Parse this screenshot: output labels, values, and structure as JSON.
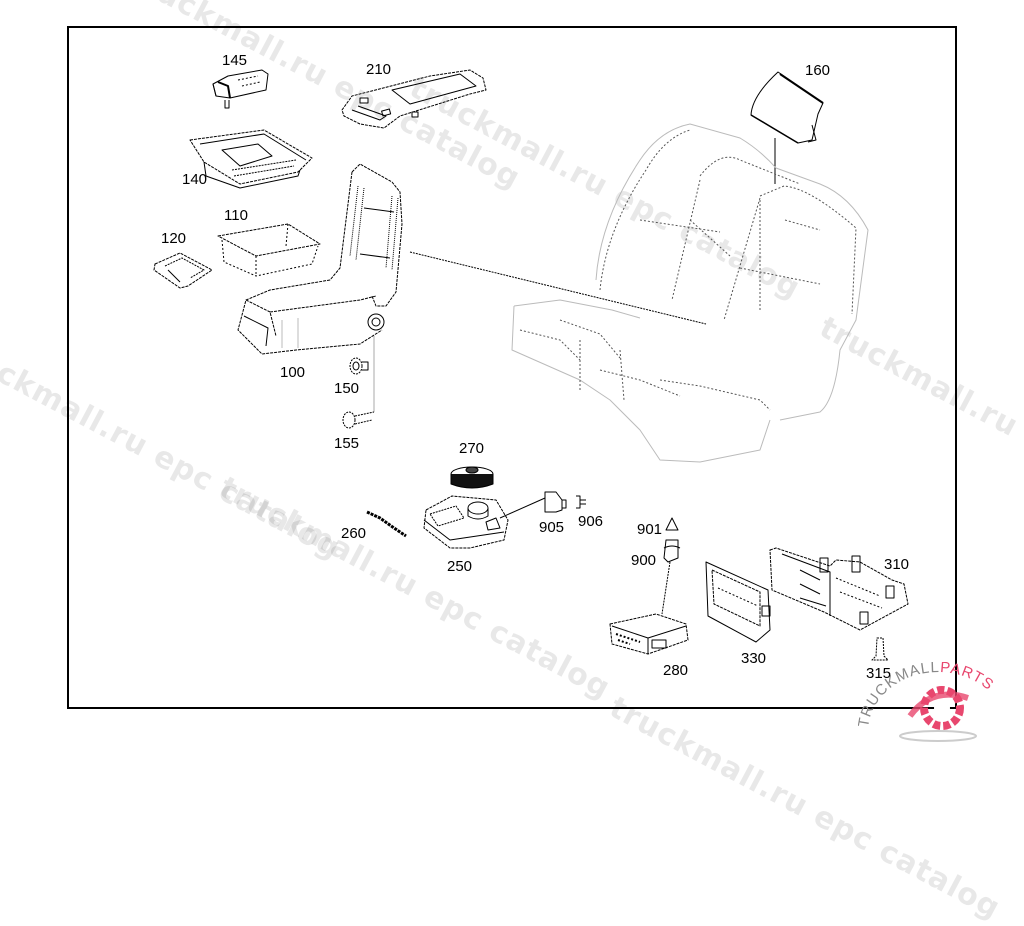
{
  "diagram": {
    "type": "exploded parts diagram",
    "subject": "rear seat center armrest assembly",
    "callouts": [
      {
        "id": "145",
        "part": "armrest control unit"
      },
      {
        "id": "210",
        "part": "armrest cover plate"
      },
      {
        "id": "160",
        "part": "headrest"
      },
      {
        "id": "140",
        "part": "storage tray insert"
      },
      {
        "id": "110",
        "part": "storage compartment"
      },
      {
        "id": "120",
        "part": "handle / trim piece"
      },
      {
        "id": "100",
        "part": "center armrest"
      },
      {
        "id": "150",
        "part": "bushing"
      },
      {
        "id": "155",
        "part": "bolt"
      },
      {
        "id": "270",
        "part": "rotary knob"
      },
      {
        "id": "250",
        "part": "control panel"
      },
      {
        "id": "260",
        "part": "trim strip"
      },
      {
        "id": "905",
        "part": "connector housing"
      },
      {
        "id": "906",
        "part": "connector contact"
      },
      {
        "id": "901",
        "part": "contact"
      },
      {
        "id": "900",
        "part": "connector"
      },
      {
        "id": "280",
        "part": "control module"
      },
      {
        "id": "330",
        "part": "mounting frame"
      },
      {
        "id": "310",
        "part": "bracket"
      },
      {
        "id": "315",
        "part": "screw"
      }
    ]
  },
  "labels": {
    "l145": "145",
    "l210": "210",
    "l160": "160",
    "l140": "140",
    "l110": "110",
    "l120": "120",
    "l100": "100",
    "l150": "150",
    "l155": "155",
    "l270": "270",
    "l250": "250",
    "l260": "260",
    "l905": "905",
    "l906": "906",
    "l901": "901",
    "l900": "900",
    "l280": "280",
    "l330": "330",
    "l310": "310",
    "l315": "315"
  },
  "watermark": {
    "text": "truckmall.ru epc catalog",
    "logo_top": "TRUCKMALL",
    "logo_accent": "PARTS",
    "accent_color": "#e8476e"
  }
}
